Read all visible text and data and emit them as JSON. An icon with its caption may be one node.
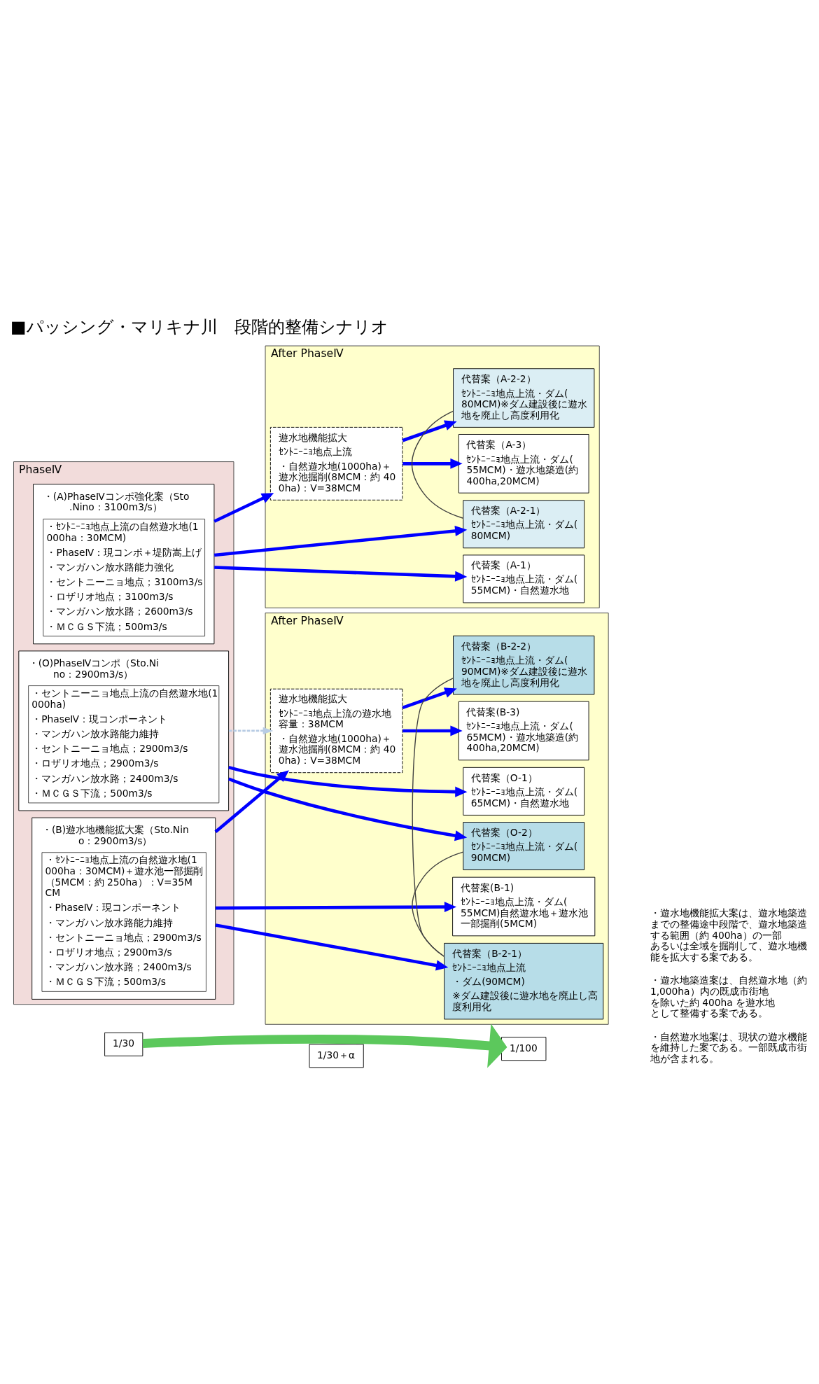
{
  "diagram": {
    "title": "■パッシング・マリキナ川　段階的整備シナリオ",
    "nodes": [
      {
        "text": [
          "1/30"
        ]
      },
      {
        "text": [
          "PhaseⅣ"
        ]
      },
      {
        "text": [
          "・(A)PhaseⅣコンポ強化案（Sto.Nino：3100m3/s）",
          "・ｾﾝﾄﾆｰﾆｮ地点上流の自然遊水地(1000ha：30MCM)",
          "・PhaseⅣ：現コンポ＋堤防嵩上げ",
          "・マンガハン放水路能力強化",
          "・セントニーニョ地点；3100m3/s",
          "・ロザリオ地点；3100m3/s",
          "・マンガハン放水路；2600m3/s",
          "・ＭＣＧＳ下流；500m3/s"
        ],
        "in": 1
      },
      {
        "text": [
          "・(O)PhaseⅣコンポ（Sto.Nino：2900m3/s）",
          "・セントニーニョ地点上流の自然遊水地(1000ha)",
          "・PhaseⅣ：現コンポーネント",
          "・マンガハン放水路能力維持",
          "・セントニーニョ地点；2900m3/s",
          "・ロザリオ地点；2900m3/s",
          "・マンガハン放水路；2400m3/s",
          "・ＭＣＧＳ下流；500m3/s"
        ],
        "in": 1
      },
      {
        "text": [
          "・(B)遊水地機能拡大案（Sto.Nino：2900m3/s）",
          "・ｾﾝﾄﾆｰﾆｮ地点上流の自然遊水地(1000ha：30MCM)＋遊水池一部掘削（5MCM：約 250ha）：V=35MCM",
          "・PhaseⅣ：現コンポーネント",
          "・マンガハン放水路能力維持",
          "・セントニーニョ地点；2900m3/s",
          "・ロザリオ地点；2900m3/s",
          "・マンガハン放水路；2400m3/s",
          "・ＭＣＧＳ下流；500m3/s"
        ],
        "in": 1
      },
      {
        "text": [
          "1/30＋α"
        ]
      },
      {
        "text": [
          "After PhaseⅣ"
        ]
      },
      {
        "text": [
          "遊水地機能拡大",
          "ｾﾝﾄﾆｰﾆｮ地点上流",
          "・自然遊水地(1000ha)＋遊水池掘削(8MCM：約 400ha)：V=38MCM"
        ],
        "in": 6
      },
      {
        "text": [
          "代替案（A-2-2）",
          "ｾﾝﾄﾆｰﾆｮ地点上流・ダム(80MCM)※ダム建設後に遊水地を廃止し高度利用化"
        ],
        "in": 6
      },
      {
        "text": [
          "代替案（A-3）",
          "ｾﾝﾄﾆｰﾆｮ地点上流・ダム(55MCM)・遊水地築造(約 400ha,20MCM)"
        ],
        "in": 6
      },
      {
        "text": [
          "代替案（A-1）",
          "ｾﾝﾄﾆｰﾆｮ地点上流・ダム(55MCM)・自然遊水地"
        ],
        "in": 6
      },
      {
        "text": [
          "代替案（A-2-1）",
          "ｾﾝﾄﾆｰﾆｮ地点上流・ダム(80MCM)"
        ],
        "in": 6
      },
      {
        "text": [
          "After PhaseⅣ"
        ]
      },
      {
        "text": [
          "遊水地機能拡大",
          "ｾﾝﾄﾆｰﾆｮ地点上流の遊水地容量：38MCM",
          "・自然遊水地(1000ha)＋遊水池掘削(8MCM：約 400ha)：V=38MCM"
        ],
        "in": 12
      },
      {
        "text": [
          "代替案（B-2-2）",
          "ｾﾝﾄﾆｰﾆｮ地点上流・ダム(90MCM)※ダム建設後に遊水地を廃止し高度利用化"
        ],
        "in": 12
      },
      {
        "text": [
          "代替案(B-3)",
          "ｾﾝﾄﾆｰﾆｮ地点上流・ダム(65MCM)・遊水地築造(約 400ha,20MCM)"
        ],
        "in": 12
      },
      {
        "text": [
          "代替案（O-1）",
          "ｾﾝﾄﾆｰﾆｮ地点上流・ダム(65MCM)・自然遊水地"
        ],
        "in": 12
      },
      {
        "text": [
          "代替案（O-2）",
          "ｾﾝﾄﾆｰﾆｮ地点上流・ダム(90MCM)"
        ],
        "in": 12
      },
      {
        "text": [
          "代替案(B-1)",
          "ｾﾝﾄﾆｰﾆｮ地点上流・ダム(55MCM)自然遊水地＋遊水池一部掘削(5MCM)"
        ],
        "in": 12
      },
      {
        "text": [
          "代替案（B-2-1）",
          "ｾﾝﾄﾆｰﾆｮ地点上流",
          "・ダム(90MCM)",
          "※ダム建設後に遊水地を廃止し高度利用化"
        ],
        "in": 12
      },
      {
        "text": [
          "1/100"
        ]
      }
    ],
    "edges": [
      {
        "from": 0,
        "to": 20,
        "arrow": "to",
        "style": "thick",
        "color": "#5cc85c"
      },
      {
        "from": 2,
        "to": 10,
        "arrow": "to"
      },
      {
        "from": 2,
        "to": 11,
        "arrow": "to"
      },
      {
        "from": 2,
        "to": 7,
        "arrow": "to"
      },
      {
        "from": 7,
        "to": 9,
        "arrow": "to"
      },
      {
        "from": 7,
        "to": 8,
        "arrow": "to"
      },
      {
        "from": 3,
        "to": 16,
        "arrow": "to"
      },
      {
        "from": 3,
        "to": 17,
        "arrow": "to"
      },
      {
        "from": 3,
        "to": 13,
        "arrow": "to",
        "style": "dashed",
        "color": "#b8cce4"
      },
      {
        "from": 4,
        "to": 18,
        "arrow": "to"
      },
      {
        "from": 4,
        "to": 19,
        "arrow": "to"
      },
      {
        "from": 4,
        "to": 13,
        "arrow": "to"
      },
      {
        "from": 13,
        "to": 15,
        "arrow": "to"
      },
      {
        "from": 13,
        "to": 14,
        "arrow": "to"
      },
      {
        "from": 11,
        "to": 8,
        "arrow": "none",
        "color": "#404040"
      },
      {
        "from": 17,
        "to": 19,
        "arrow": "none",
        "color": "#404040"
      },
      {
        "from": 19,
        "to": 14,
        "arrow": "none",
        "color": "#404040"
      }
    ],
    "labels": [
      "・自然遊水地案は、現状の遊水機能を維持した案である。一部既成市街地が含まれる。",
      "・遊水地築造案は、自然遊水地（約 1,000ha）内の既成市街地を除いた約 400ha を遊水地として整備する案である。",
      "・遊水地機能拡大案は、遊水地築造までの整備途中段階で、遊水地築造する範囲（約 400ha）の一部あるいは全域を掘削して、遊水地機能を拡大する案である。"
    ]
  }
}
